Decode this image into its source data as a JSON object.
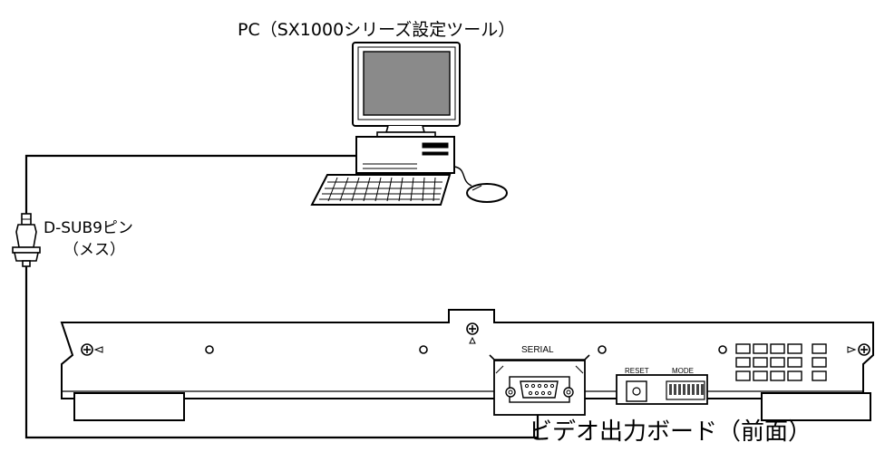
{
  "pc_label": "PC（SX1000シリーズ設定ツール）",
  "connector_label": {
    "line1": "D-SUB9ピン",
    "line2": "（メス）"
  },
  "board_label": "ビデオ出力ボード（前面）",
  "panel_labels": {
    "serial": "SERIAL",
    "reset": "RESET",
    "mode": "MODE"
  }
}
